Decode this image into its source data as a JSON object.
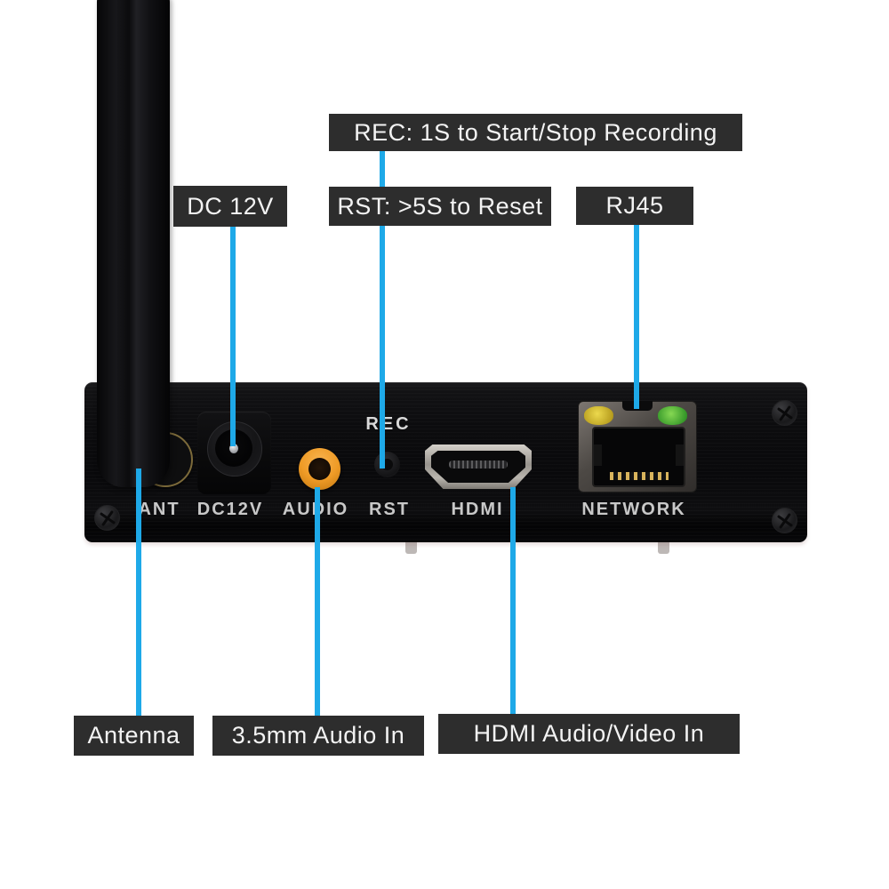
{
  "title": "HDMI encoder rear-panel connection diagram",
  "callouts": {
    "rec": {
      "label": "REC: 1S to Start/Stop Recording"
    },
    "dc": {
      "label": "DC 12V"
    },
    "rst": {
      "label": "RST: >5S to Reset"
    },
    "rj45": {
      "label": "RJ45"
    },
    "antenna": {
      "label": "Antenna"
    },
    "audio": {
      "label": "3.5mm Audio In"
    },
    "hdmi": {
      "label": "HDMI Audio/Video In"
    }
  },
  "panel": {
    "rec_marking": "REC",
    "ports": [
      "ANT",
      "DC12V",
      "AUDIO",
      "RST",
      "HDMI",
      "NETWORK"
    ]
  },
  "colors": {
    "leader_line": "#1ea9e8",
    "label_background": "#2d2d2d",
    "label_text": "#f3f3f3",
    "panel_text": "#c8c8c8",
    "device_body": "#0c0c0e",
    "audio_ring": "#ef9b26",
    "led_yellow": "#d8c22d",
    "led_green": "#4db83e"
  }
}
